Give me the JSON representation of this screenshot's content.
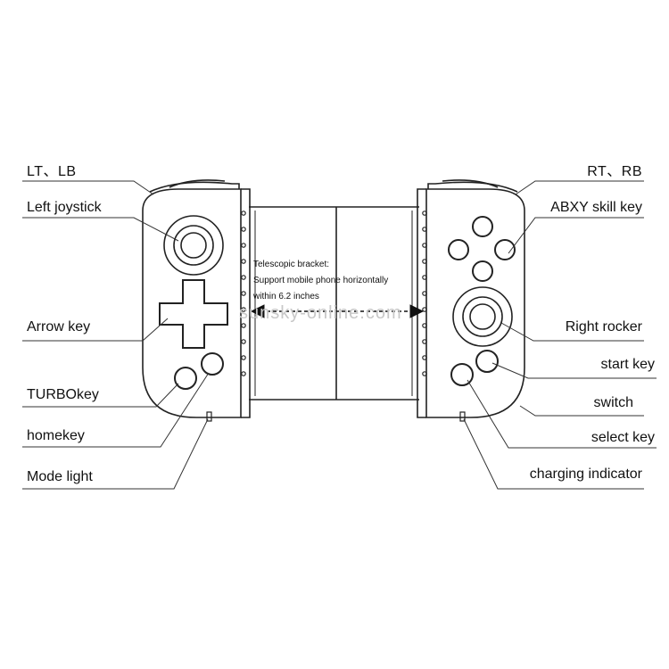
{
  "labels": {
    "lt_lb": "LT、LB",
    "left_joystick": "Left joystick",
    "arrow_key": "Arrow key",
    "turbo_key": "TURBOkey",
    "home_key": "homekey",
    "mode_light": "Mode light",
    "rt_rb": "RT、RB",
    "abxy_skill_key": "ABXY skill key",
    "right_rocker": "Right rocker",
    "start_key": "start key",
    "switch": "switch",
    "select_key": "select key",
    "charging_indicator": "charging indicator"
  },
  "bracket_note": {
    "line1": "Telescopic bracket:",
    "line2": "Support mobile phone horizontally",
    "line3": "within 6.2 inches"
  },
  "watermark": "sunsky-online.com",
  "colors": {
    "outline": "#222222",
    "leader": "#333333",
    "watermark": "#c8c8c8"
  }
}
